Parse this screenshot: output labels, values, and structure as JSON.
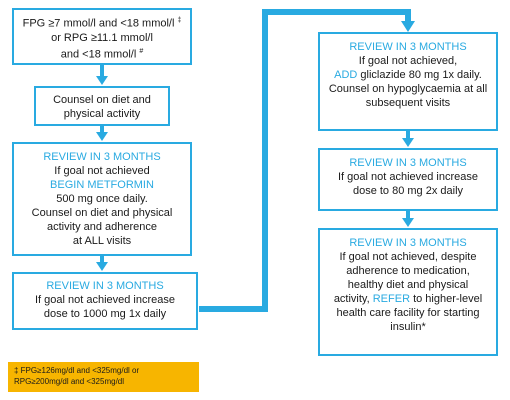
{
  "colors": {
    "accent": "#29aae1",
    "note_bg": "#f7b500"
  },
  "left": {
    "criteria": {
      "line1": "FPG ≥7 mmol/l and <18 mmol/l",
      "line1_mark": "‡",
      "line2": "or RPG ≥11.1 mmol/l",
      "line3": "and <18 mmol/l",
      "line3_mark": "#"
    },
    "counsel": {
      "line1": "Counsel on diet and",
      "line2": "physical activity"
    },
    "review1": {
      "heading": "REVIEW IN 3 MONTHS",
      "line1": "If goal not achieved",
      "action": "BEGIN METFORMIN",
      "line2": "500 mg once daily.",
      "line3": "Counsel on diet and physical",
      "line4": "activity and adherence",
      "line5": "at ALL visits"
    },
    "review2": {
      "heading": "REVIEW IN 3 MONTHS",
      "line1": "If goal not achieved increase",
      "line2": "dose to 1000 mg 1x daily"
    }
  },
  "right": {
    "review3": {
      "heading": "REVIEW IN 3 MONTHS",
      "line1": "If goal not achieved,",
      "action": "ADD",
      "line2_rest": " gliclazide 80 mg 1x daily.",
      "line3": "Counsel on hypoglycaemia at all",
      "line4": "subsequent visits"
    },
    "review4": {
      "heading": "REVIEW IN 3 MONTHS",
      "line1": "If goal not achieved increase",
      "line2": "dose to 80 mg 2x daily"
    },
    "review5": {
      "heading": "REVIEW IN 3 MONTHS",
      "line1": "If goal not achieved, despite",
      "line2": "adherence to medication,",
      "line3": "healthy diet and physical",
      "line4_start": "activity, ",
      "action": "REFER",
      "line4_rest": " to higher-level",
      "line5": "health care facility for starting",
      "line6": "insulin*"
    }
  },
  "footnote": {
    "line1": "‡  FPG≥126mg/dl and <325mg/dl or",
    "line2": "RPG≥200mg/dl and <325mg/dl"
  }
}
